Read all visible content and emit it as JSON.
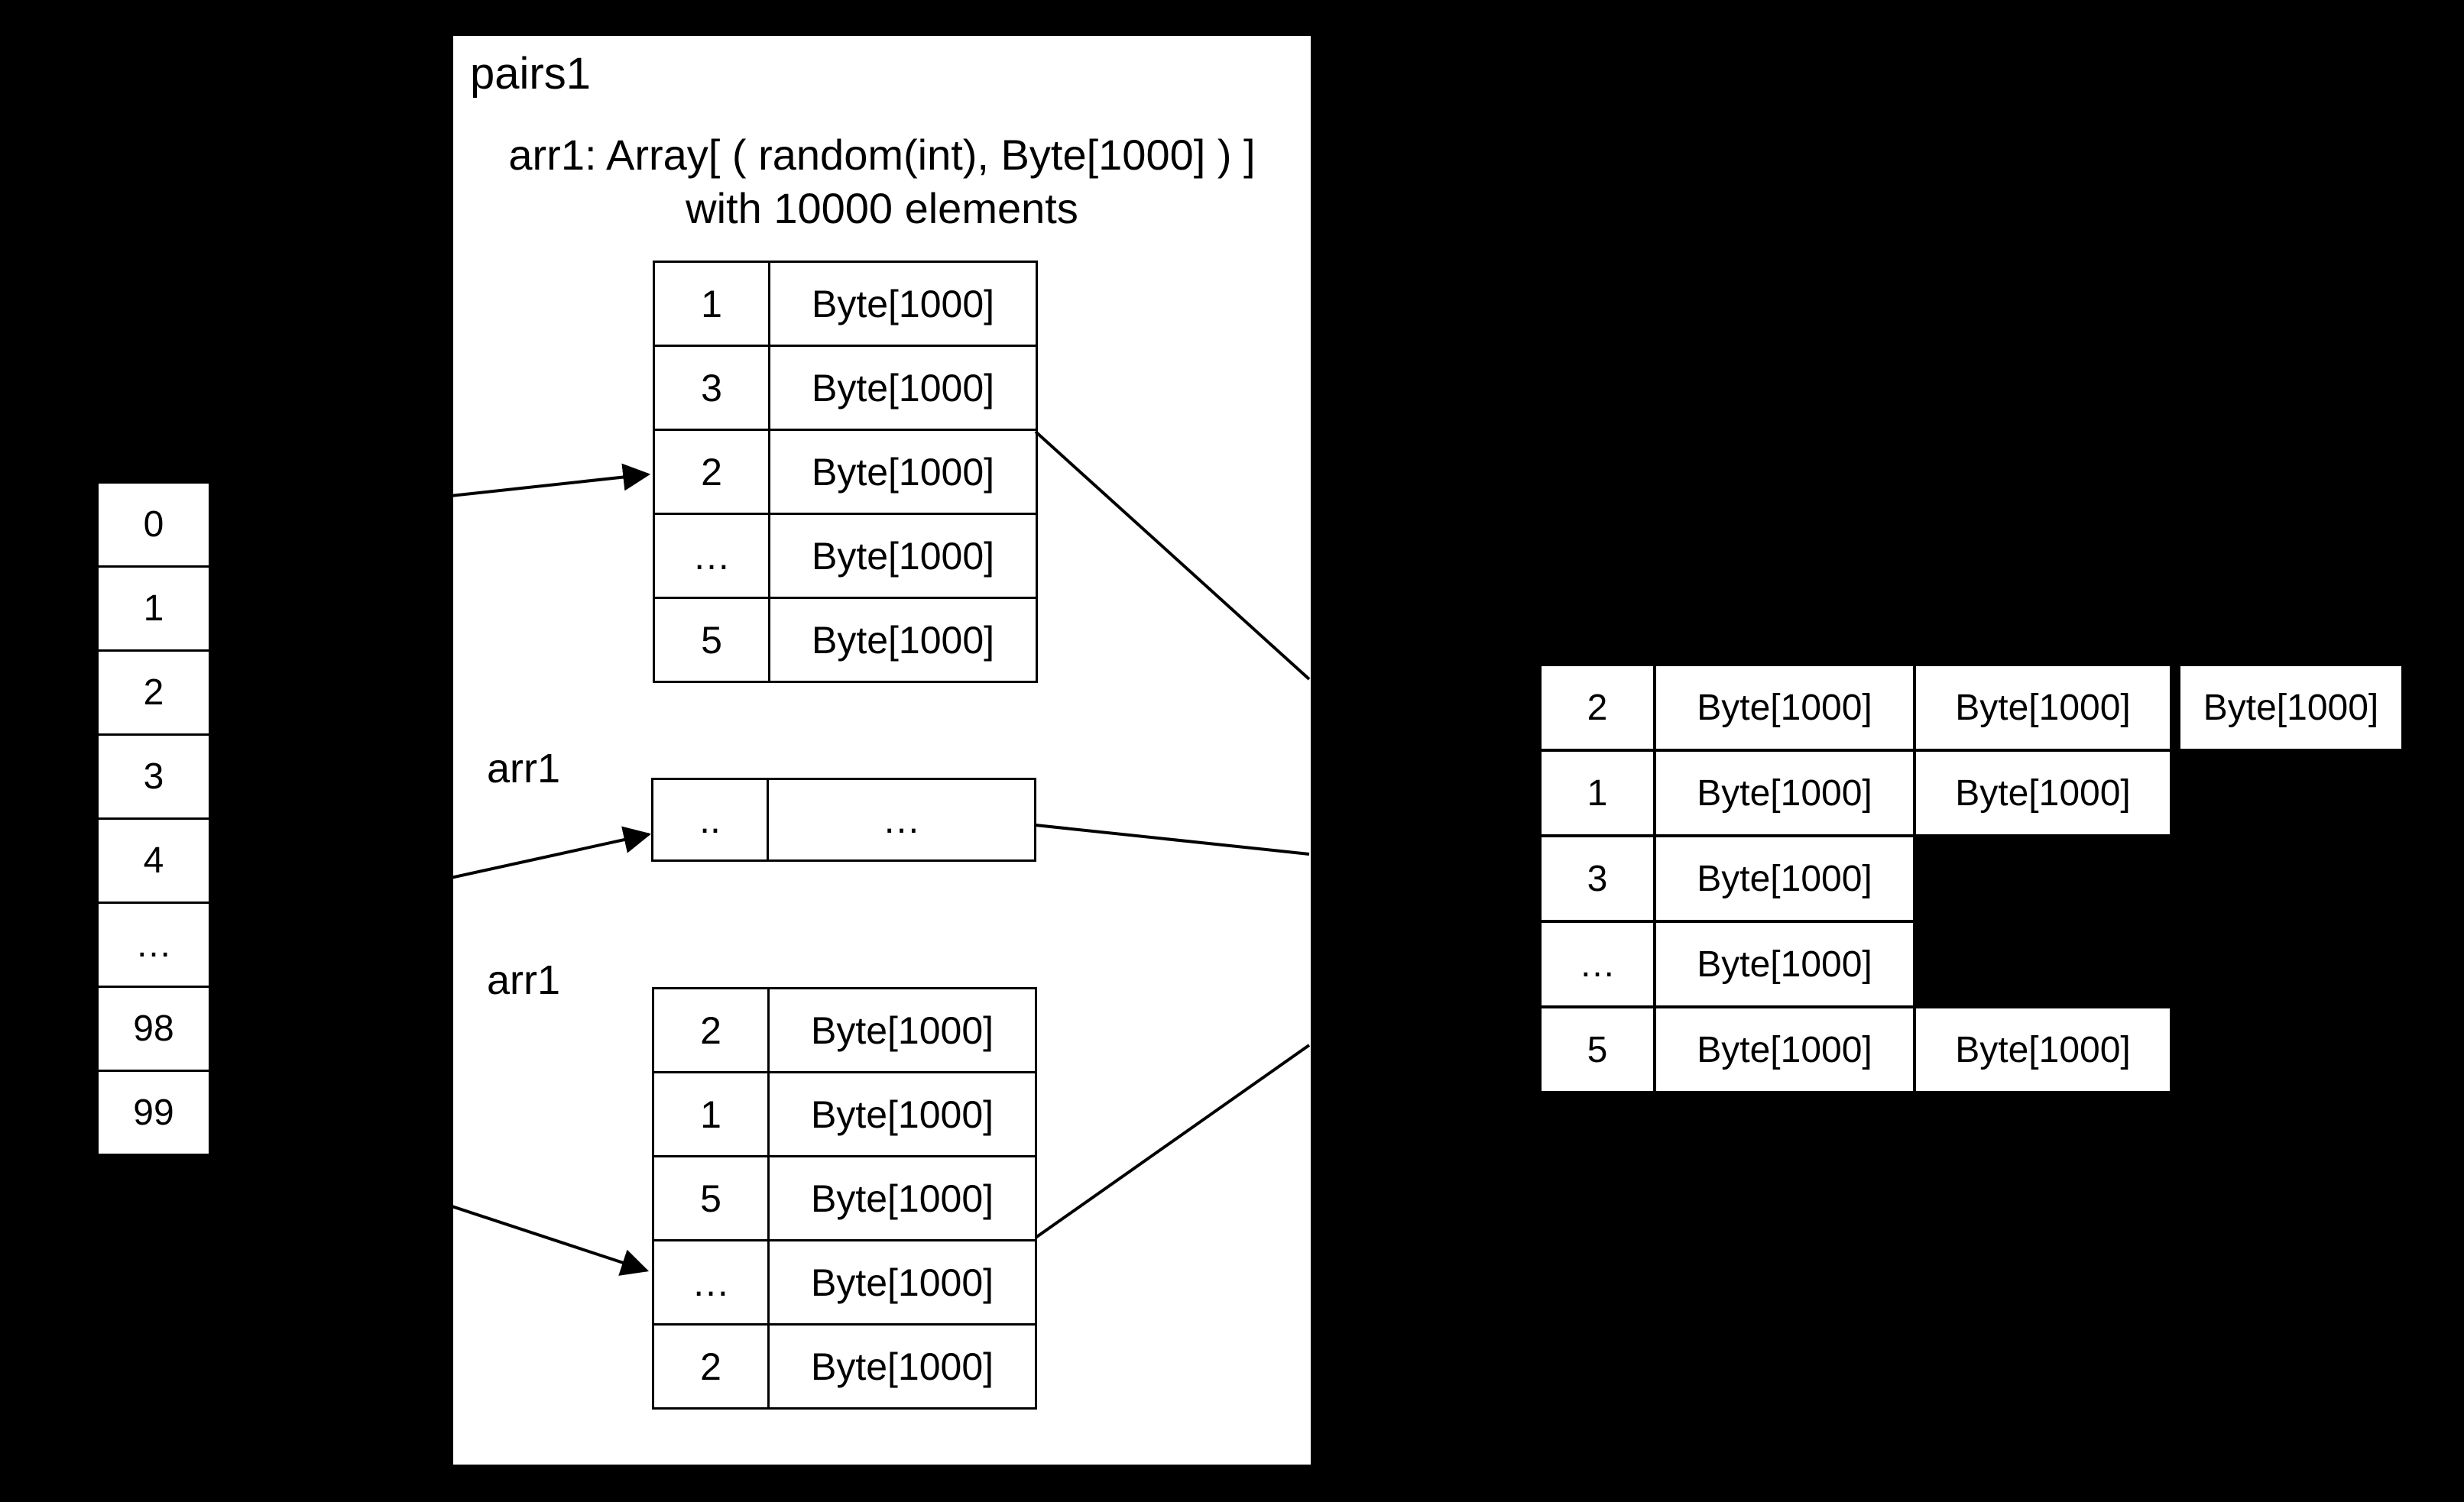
{
  "colors": {
    "background": "#000000",
    "panel": "#ffffff",
    "ink": "#000000"
  },
  "left_array": {
    "cells": [
      "0",
      "1",
      "2",
      "3",
      "4",
      "…",
      "98",
      "99"
    ]
  },
  "pairs_box": {
    "title": "pairs1",
    "subtitle_line1": "arr1: Array[ ( random(int), Byte[1000] ) ]",
    "subtitle_line2": "with 10000 elements",
    "partition_label_mid": "arr1",
    "partition_label_bottom": "arr1",
    "table1_rows": [
      {
        "key": "1",
        "value": "Byte[1000]"
      },
      {
        "key": "3",
        "value": "Byte[1000]"
      },
      {
        "key": "2",
        "value": "Byte[1000]"
      },
      {
        "key": "…",
        "value": "Byte[1000]"
      },
      {
        "key": "5",
        "value": "Byte[1000]"
      }
    ],
    "mid_row": {
      "key": "..",
      "value": "…"
    },
    "table2_rows": [
      {
        "key": "2",
        "value": "Byte[1000]"
      },
      {
        "key": "1",
        "value": "Byte[1000]"
      },
      {
        "key": "5",
        "value": "Byte[1000]"
      },
      {
        "key": "…",
        "value": "Byte[1000]"
      },
      {
        "key": "2",
        "value": "Byte[1000]"
      }
    ]
  },
  "right_table": {
    "rows": [
      {
        "key": "2",
        "values": [
          "Byte[1000]",
          "Byte[1000]",
          "Byte[1000]"
        ]
      },
      {
        "key": "1",
        "values": [
          "Byte[1000]",
          "Byte[1000]"
        ]
      },
      {
        "key": "3",
        "values": [
          "Byte[1000]"
        ]
      },
      {
        "key": "…",
        "values": [
          "Byte[1000]"
        ]
      },
      {
        "key": "5",
        "values": [
          "Byte[1000]",
          "Byte[1000]"
        ]
      }
    ]
  }
}
